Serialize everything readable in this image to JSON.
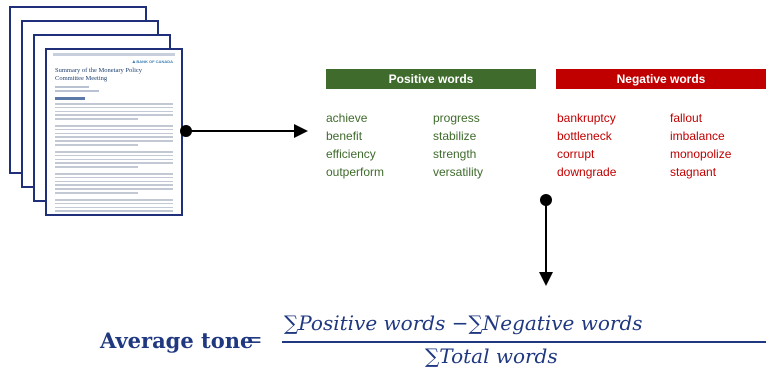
{
  "document": {
    "title_line1": "Summary of the Monetary Policy",
    "title_line2": "Committee Meeting",
    "logo_text": "BANK OF CANADA"
  },
  "positive": {
    "header": "Positive words",
    "col1": [
      "achieve",
      "benefit",
      "efficiency",
      "outperform"
    ],
    "col2": [
      "progress",
      "stabilize",
      "strength",
      "versatility"
    ]
  },
  "negative": {
    "header": "Negative words",
    "col1": [
      "bankruptcy",
      "bottleneck",
      "corrupt",
      "downgrade"
    ],
    "col2": [
      "fallout",
      "imbalance",
      "monopolize",
      "stagnant"
    ]
  },
  "formula": {
    "label": "Average tone",
    "equals": "=",
    "numerator": "∑Positive words  −∑Negative words",
    "denominator": "∑Total words"
  },
  "colors": {
    "positive": "#3f6b2c",
    "negative": "#c00000",
    "document_border": "#1f2f7a",
    "formula": "#1f3880",
    "arrow": "#000000"
  }
}
